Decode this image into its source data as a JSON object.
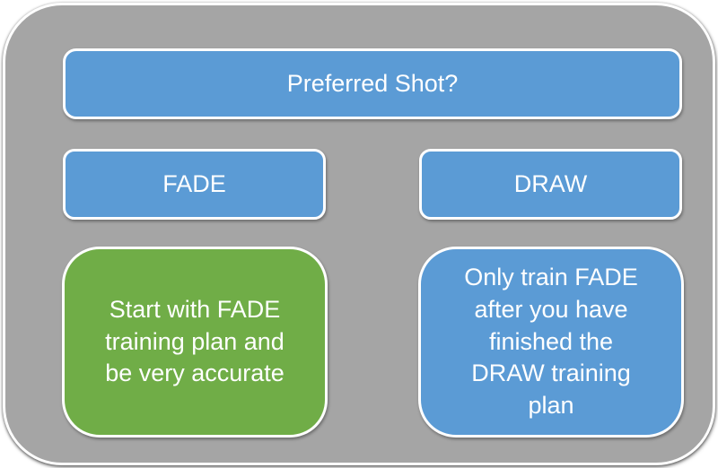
{
  "colors": {
    "panel_gray": "#A5A5A5",
    "node_blue": "#5B9BD5",
    "node_green": "#70AD47",
    "border_white": "#FFFFFF",
    "text_white": "#FFFFFF"
  },
  "diagram": {
    "title": "Preferred Shot?",
    "branches": [
      {
        "label": "FADE",
        "detail": "Start with FADE\ntraining plan and\nbe very accurate",
        "detail_color": "green"
      },
      {
        "label": "DRAW",
        "detail": "Only train FADE\nafter you have\nfinished the\nDRAW training\nplan",
        "detail_color": "blue"
      }
    ]
  }
}
